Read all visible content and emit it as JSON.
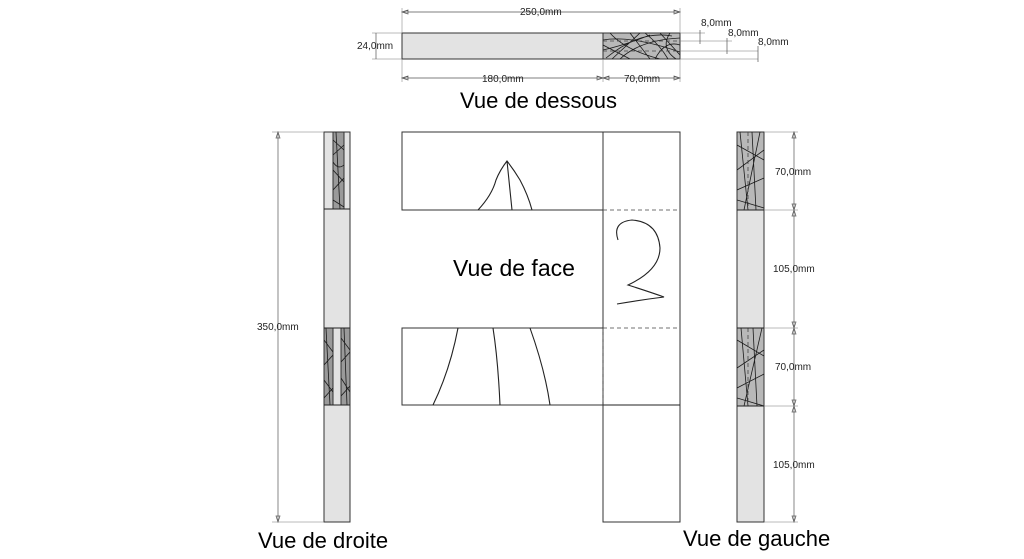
{
  "titles": {
    "bottom_view": "Vue de dessous",
    "front_view": "Vue de face",
    "right_view": "Vue de droite",
    "left_view": "Vue de gauche"
  },
  "dimensions": {
    "top_total_width": "250,0mm",
    "top_depth": "24,0mm",
    "top_part_a": "180,0mm",
    "top_part_b": "70,0mm",
    "top_offset_1": "8,0mm",
    "top_offset_2": "8,0mm",
    "top_offset_3": "8,0mm",
    "total_height": "350,0mm",
    "left_seg_1": "70,0mm",
    "left_seg_2": "105,0mm",
    "left_seg_3": "70,0mm",
    "left_seg_4": "105,0mm"
  }
}
